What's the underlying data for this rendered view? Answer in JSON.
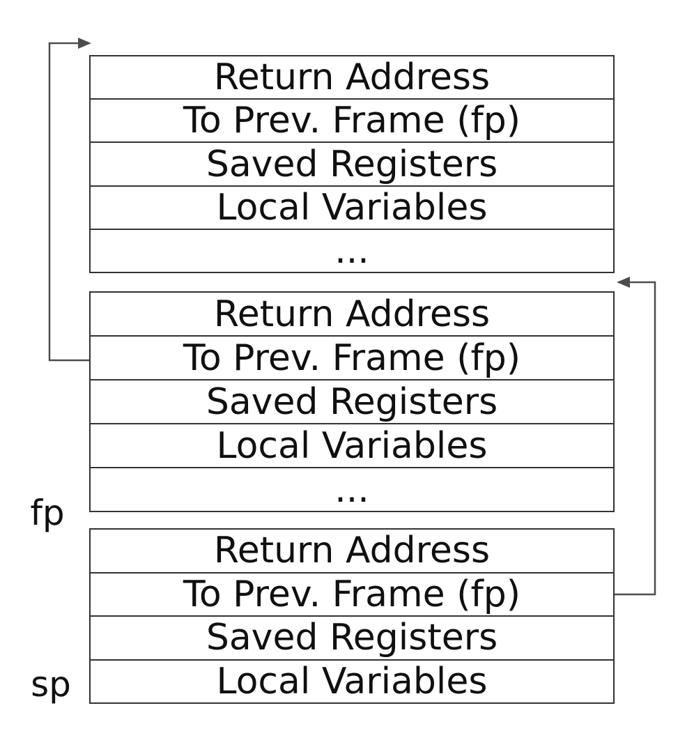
{
  "colors": {
    "background": "#ffffff",
    "border": "#333333",
    "arrow": "#4d4d4d",
    "text": "#101010"
  },
  "labels": {
    "fp": "fp",
    "sp": "sp"
  },
  "frames": [
    {
      "rows": [
        "Return Address",
        "To Prev. Frame (fp)",
        "Saved Registers",
        "Local Variables",
        "..."
      ]
    },
    {
      "rows": [
        "Return Address",
        "To Prev. Frame (fp)",
        "Saved Registers",
        "Local Variables",
        "..."
      ]
    },
    {
      "rows": [
        "Return Address",
        "To Prev. Frame (fp)",
        "Saved Registers",
        "Local Variables"
      ]
    }
  ]
}
